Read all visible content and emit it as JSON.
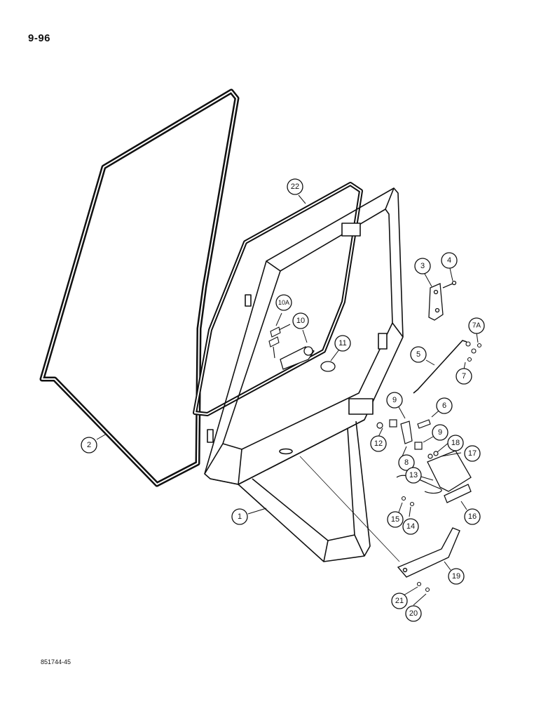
{
  "page": {
    "page_number": "9-96",
    "figure_code": "851744-45"
  },
  "callouts": [
    {
      "id": "c1",
      "label": "1"
    },
    {
      "id": "c2",
      "label": "2"
    },
    {
      "id": "c3",
      "label": "3"
    },
    {
      "id": "c4",
      "label": "4"
    },
    {
      "id": "c5",
      "label": "5"
    },
    {
      "id": "c6",
      "label": "6"
    },
    {
      "id": "c7",
      "label": "7"
    },
    {
      "id": "c7a",
      "label": "7A"
    },
    {
      "id": "c8",
      "label": "8"
    },
    {
      "id": "c9a",
      "label": "9"
    },
    {
      "id": "c9b",
      "label": "9"
    },
    {
      "id": "c9c",
      "label": "9"
    },
    {
      "id": "c10",
      "label": "10"
    },
    {
      "id": "c10a",
      "label": "10A"
    },
    {
      "id": "c11",
      "label": "11"
    },
    {
      "id": "c12",
      "label": "12"
    },
    {
      "id": "c13",
      "label": "13"
    },
    {
      "id": "c14",
      "label": "14"
    },
    {
      "id": "c15",
      "label": "15"
    },
    {
      "id": "c16",
      "label": "16"
    },
    {
      "id": "c17",
      "label": "17"
    },
    {
      "id": "c18",
      "label": "18"
    },
    {
      "id": "c19",
      "label": "19"
    },
    {
      "id": "c20",
      "label": "20"
    },
    {
      "id": "c21",
      "label": "21"
    },
    {
      "id": "c22",
      "label": "22"
    }
  ]
}
